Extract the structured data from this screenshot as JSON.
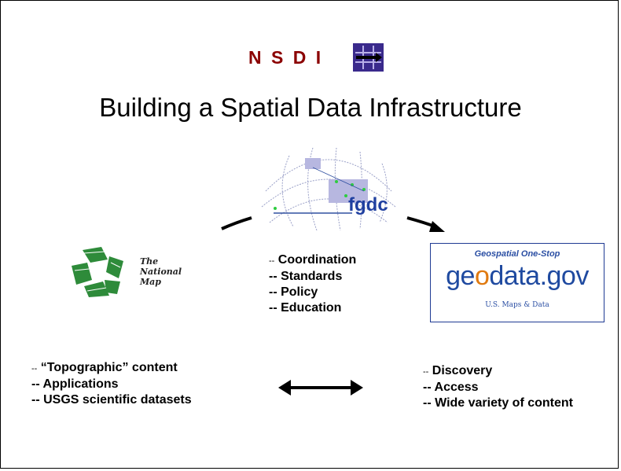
{
  "header": {
    "nsdi": "N S D I",
    "title": "Building a Spatial Data Infrastructure"
  },
  "fgdc": {
    "logo_text": "fgdc"
  },
  "national_map": {
    "line1": "The",
    "line2": "National",
    "line3": "Map"
  },
  "geodata": {
    "top": "Geospatial One-Stop",
    "main_a": "ge",
    "main_b": "o",
    "main_c": "data.gov",
    "sub": "U.S. Maps & Data"
  },
  "center_list": [
    {
      "dash": "--",
      "text": "Coordination"
    },
    {
      "dash": "--",
      "text": "Standards"
    },
    {
      "dash": "--",
      "text": "Policy"
    },
    {
      "dash": "--",
      "text": "Education"
    }
  ],
  "left_list": [
    {
      "dash": "--",
      "text": "“Topographic” content"
    },
    {
      "dash": "--",
      "text": "Applications"
    },
    {
      "dash": "--",
      "text": "USGS scientific datasets"
    }
  ],
  "right_list": [
    {
      "dash": "--",
      "text": "Discovery"
    },
    {
      "dash": "--",
      "text": "Access"
    },
    {
      "dash": "--",
      "text": "Wide variety of content"
    }
  ],
  "colors": {
    "nsdi": "#8b0000",
    "geodata_blue": "#1f4aa0",
    "geodata_orange": "#e07a10",
    "recycle_green": "#2e8b3a"
  }
}
